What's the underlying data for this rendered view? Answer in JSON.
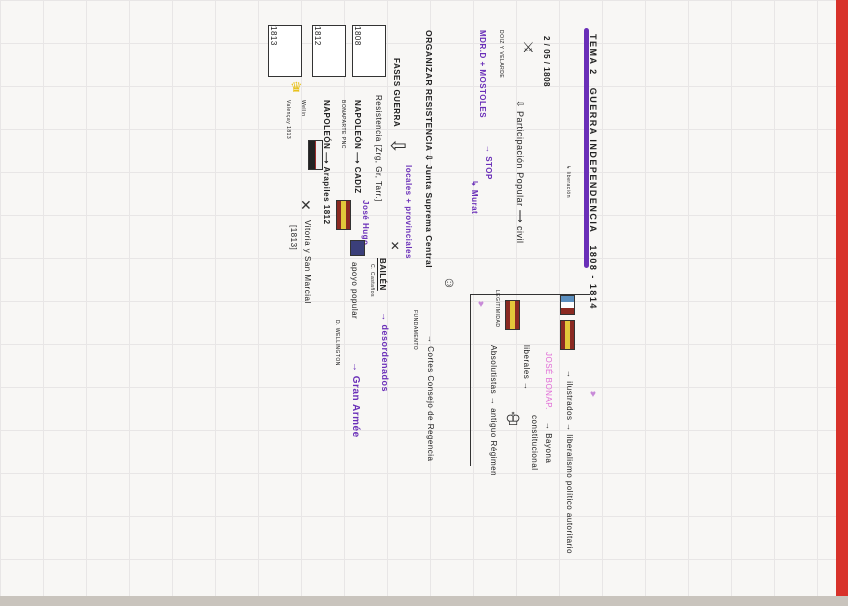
{
  "title": {
    "topic": "TEMA 2",
    "name": "GUERRA INDEPENDENCIA",
    "years": "1808 - 1814",
    "sub": "↳ liberación"
  },
  "date": "2 / 05 / 1808",
  "participation": "⇩ Participación Popular ⟶ civil",
  "doiz": "DOIZ Y VELARDE",
  "stop": "→ STOP",
  "murat": "↳ Murat",
  "madrid": "MDR.D + MOSTOLES",
  "organize": "ORGANIZAR RESISTENCIA ⇩ Junta Suprema Central",
  "juntas": "locales + provinciales",
  "fundamento": "FUNDAMENTO",
  "cortes": "→ Cortes Consejo de Regencia",
  "phases": "FASES GUERRA",
  "resistance": "Resistencia [Zrg, Gr, Tarr.]",
  "bailen": "BAILÉN",
  "bailen_year": "José Hugo",
  "castanos": "C. Castaños",
  "disorder": "→ desordenados",
  "napoleon1": "NAPOLEÓN ⟶ CADIZ",
  "support": "apoyo popular",
  "bonaparte": "BONAPARTE PNC",
  "wellington": "D. WELLINGTON",
  "grande_armee": "→ Gran Armée",
  "napoleon2": "NAPOLEÓN ⟶ Arapiles 1812",
  "vitoria": "Vitoria y San Marcial",
  "vitoria_year": "[1813]",
  "wellin": "Wellin",
  "valencay": "Valençay 1813",
  "cal_years": [
    "1808",
    "1812",
    "1813"
  ],
  "legitimidad": "LEGITIMIDAD",
  "ilustrados": "→ ilustrados → liberalismo político autoritario",
  "jose": "JOSÉ BONAP.",
  "bayona": "→ Bayona",
  "liberales": "liberales →",
  "constitucional": "constitucional",
  "absolutistas": "Absolutistas → antiguo Régimen",
  "colors": {
    "purple": "#6a2fb8",
    "pink": "#e06ad6",
    "spain_red": "#8b2a22",
    "spain_yellow": "#e2c83a"
  }
}
